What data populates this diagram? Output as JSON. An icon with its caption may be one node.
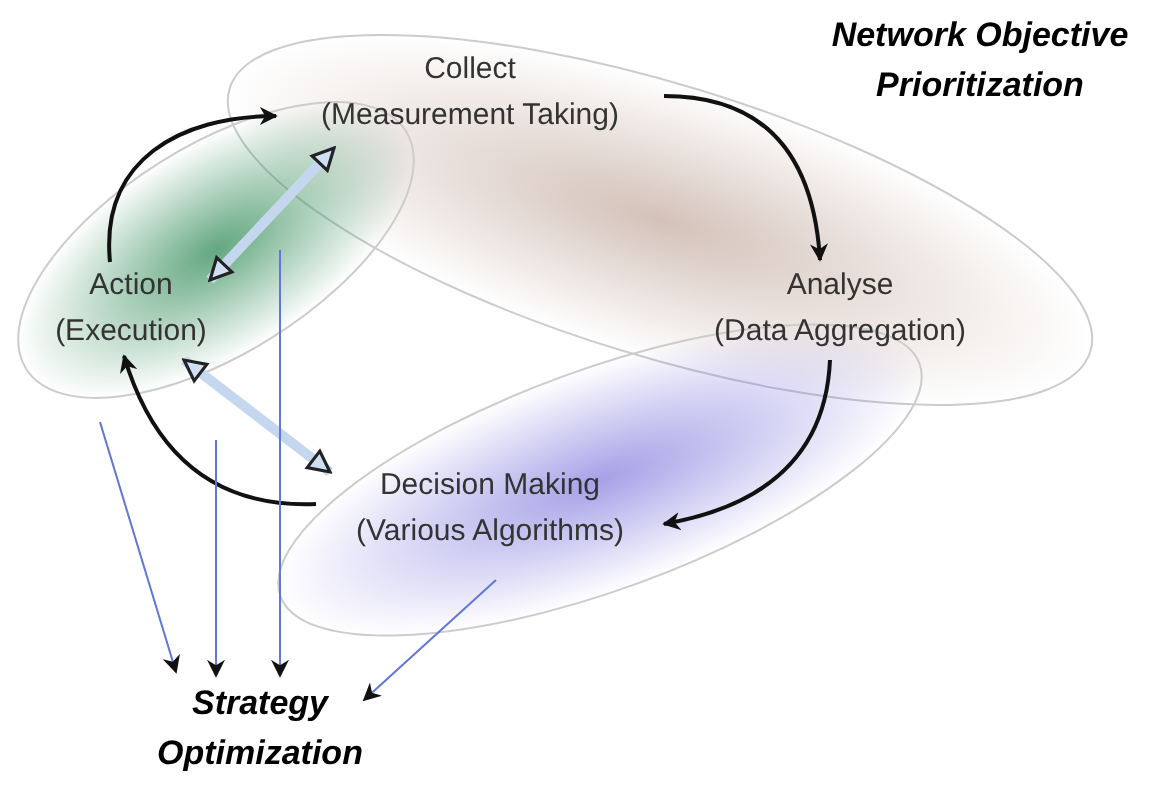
{
  "diagram": {
    "nodes": [
      {
        "text": [
          "Collect",
          "(Measurement Taking)"
        ]
      },
      {
        "text": [
          "Analyse",
          "(Data Aggregation)"
        ]
      },
      {
        "text": [
          "Decision Making",
          "(Various Algorithms)"
        ]
      },
      {
        "text": [
          "Action",
          "(Execution)"
        ]
      },
      {
        "text": [
          "Strategy Optimization"
        ]
      }
    ],
    "edges": [
      {
        "from": 3,
        "to": 0,
        "arrow": "to"
      },
      {
        "from": 0,
        "to": 1,
        "arrow": "to"
      },
      {
        "from": 1,
        "to": 2,
        "arrow": "to"
      },
      {
        "from": 2,
        "to": 3,
        "arrow": "to"
      },
      {
        "from": 3,
        "to": 0,
        "arrow": "both",
        "style": "thick",
        "color": "#c5d7ef"
      },
      {
        "from": 3,
        "to": 2,
        "arrow": "both",
        "style": "thick",
        "color": "#c5d7ef"
      },
      {
        "from": 3,
        "to": 4,
        "arrow": "to",
        "color": "#6176d6"
      },
      {
        "from": 3,
        "to": 4,
        "arrow": "to",
        "color": "#6176d6"
      },
      {
        "from": 3,
        "to": 4,
        "arrow": "to",
        "color": "#6176d6"
      },
      {
        "from": 2,
        "to": 4,
        "arrow": "to",
        "color": "#6176d6"
      }
    ],
    "labels": [
      "Network Objective Prioritization"
    ]
  }
}
